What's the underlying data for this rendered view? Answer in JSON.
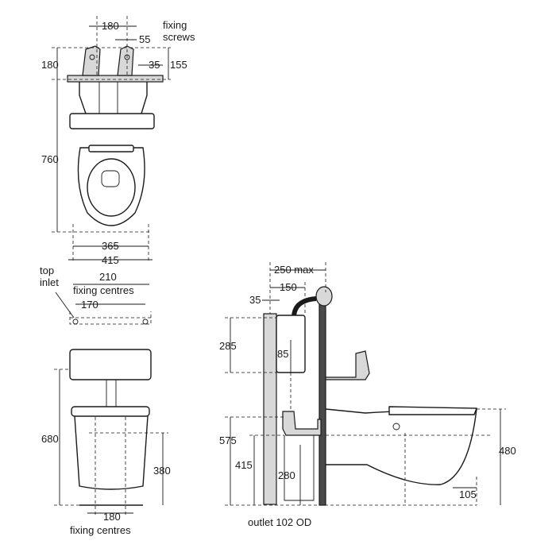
{
  "plan_view": {
    "dim_screw_spacing": "180",
    "dim_screw_offset": "55",
    "label_fixing_screws": "fixing\nscrews",
    "dim_top_height": "180",
    "dim_35": "35",
    "dim_155": "155",
    "dim_depth": "760",
    "dim_seat_width": "365",
    "dim_width": "415"
  },
  "front_view": {
    "label_top_inlet": "top\ninlet",
    "dim_fixing_centres_upper": "210",
    "label_fixing_centres_upper": "fixing centres",
    "dim_170": "170",
    "dim_height": "680",
    "dim_380": "380",
    "dim_fixing_centres_lower": "180",
    "label_fixing_centres_lower": "fixing centres"
  },
  "side_view": {
    "dim_250_max": "250 max",
    "dim_150": "150",
    "dim_35": "35",
    "dim_285": "285",
    "dim_85": "85",
    "dim_575": "575",
    "dim_415": "415",
    "dim_280": "280",
    "dim_480": "480",
    "dim_105": "105",
    "label_outlet": "outlet 102 OD"
  }
}
